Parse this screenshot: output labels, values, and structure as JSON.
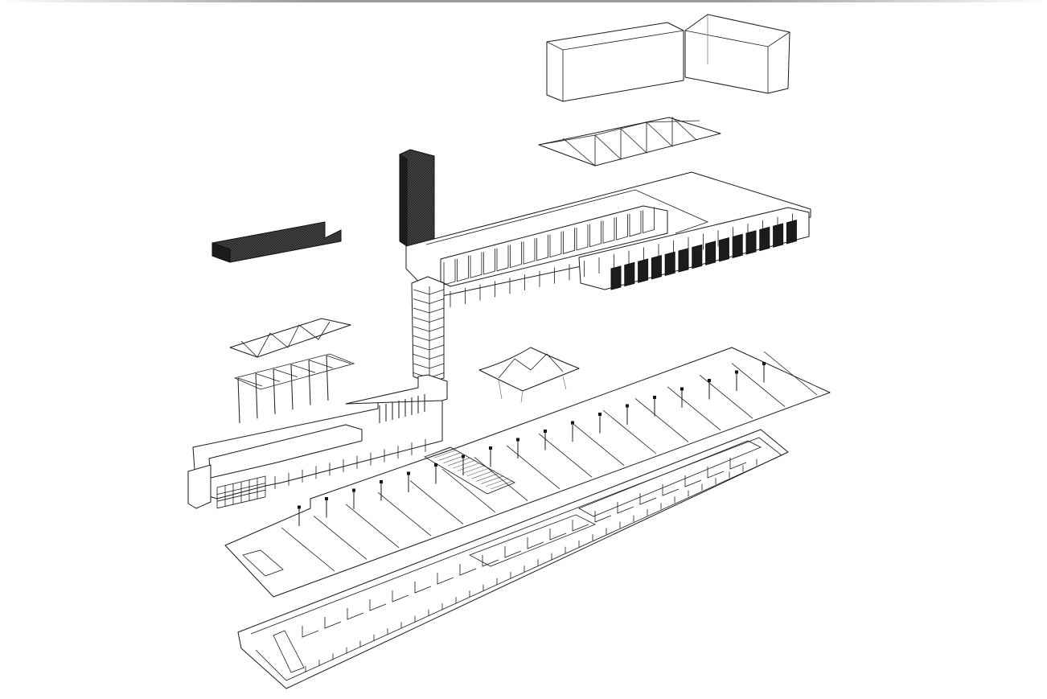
{
  "colors": {
    "background": "#ffffff",
    "line": "#1a1a1a",
    "dark_mass": "#1c1c1c",
    "top_bar": "#9a9a9a"
  },
  "layers": [
    "rooftop-volumes",
    "folded-canopy-upper",
    "perforated-tower",
    "perforated-trough",
    "upper-slab-block",
    "framed-stair-tower",
    "folded-canopy-left",
    "pergola-frame",
    "tensile-canopy",
    "side-building",
    "platform-slab",
    "basement-level"
  ],
  "counts": {
    "upper_bays": 16,
    "dark_panels": 14,
    "platform_strips": 16,
    "basement_bays": 20
  }
}
